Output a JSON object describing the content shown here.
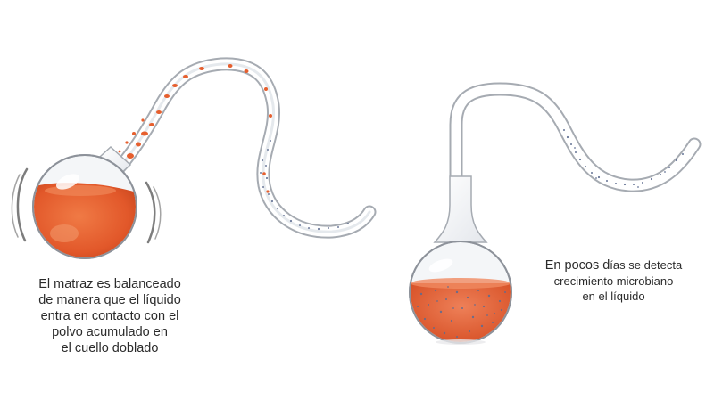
{
  "captions": {
    "left": {
      "lines": [
        "El matraz es balanceado",
        "de manera que el líquido",
        "entra en contacto con el",
        "polvo acumulado en",
        "el cuello doblado"
      ]
    },
    "right": {
      "line1_big": "En pocos d",
      "line1_small": "ías se detecta",
      "line2": "crecimiento microbiano",
      "line3": "en el líquido"
    }
  },
  "colors": {
    "liquid": "#e2582a",
    "liquid_dark": "#c9421a",
    "glass_edge": "#9fa4ab",
    "microbe_dots": "#4e5f86",
    "shake_lines": "#7d7d7d"
  }
}
